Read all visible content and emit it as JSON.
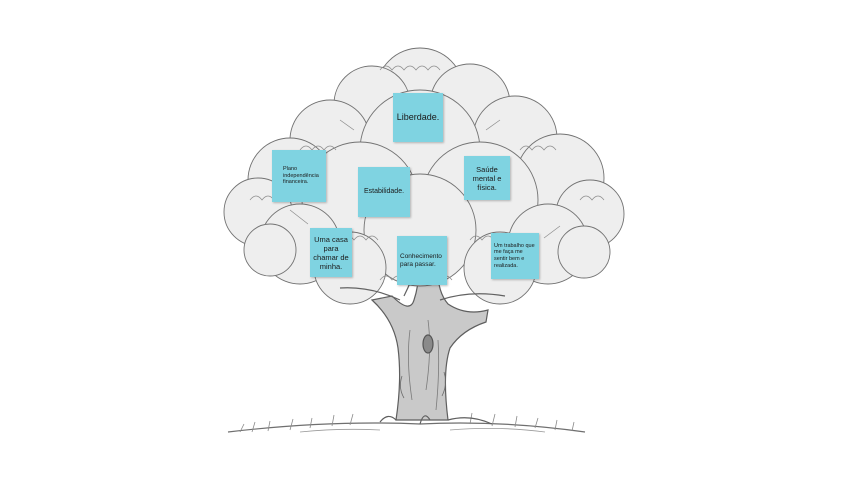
{
  "board": {
    "notes": [
      {
        "id": "liberdade",
        "text": "Liberdade."
      },
      {
        "id": "plano",
        "text": "Plano independência financeira."
      },
      {
        "id": "estabilidade",
        "text": "Estabilidade."
      },
      {
        "id": "saude",
        "text": "Saúde mental e física."
      },
      {
        "id": "casa",
        "text": "Uma casa para chamar de minha."
      },
      {
        "id": "conhecimento",
        "text": "Conhecimento para passar."
      },
      {
        "id": "trabalho",
        "text": "Um trabalho que me faça me sentir bem e realizada."
      }
    ]
  },
  "colors": {
    "sticky_note": "#7fd3e1",
    "sketch_stroke": "#6e6e6e"
  }
}
